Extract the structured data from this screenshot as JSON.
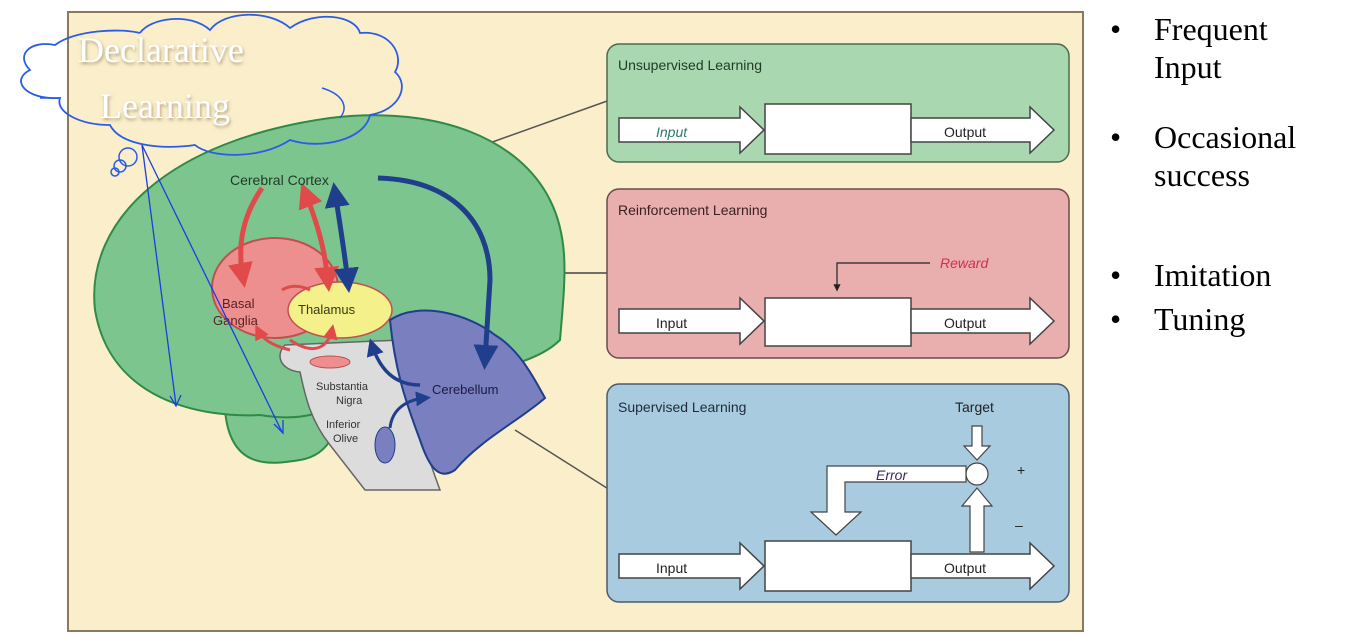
{
  "annotation": {
    "cloud_text_line1": "Declarative",
    "cloud_text_line2": "Learning",
    "ink_color": "#2b5ce6"
  },
  "brain": {
    "labels": {
      "cerebral_cortex": "Cerebral Cortex",
      "basal_ganglia_1": "Basal",
      "basal_ganglia_2": "Ganglia",
      "thalamus": "Thalamus",
      "substantia_nigra_1": "Substantia",
      "substantia_nigra_2": "Nigra",
      "inferior_olive_1": "Inferior",
      "inferior_olive_2": "Olive",
      "cerebellum": "Cerebellum"
    },
    "colors": {
      "background": "#fbeecb",
      "cortex": "#7cc58f",
      "basal_ganglia": "#ee8f8f",
      "thalamus": "#f4f08a",
      "cerebellum": "#7a7fbf",
      "brainstem": "#dcdcdc",
      "red_arrow": "#e04a4a",
      "blue_arrow": "#1f3f8c"
    }
  },
  "panels": [
    {
      "title": "Unsupervised Learning",
      "input": "Input",
      "output": "Output",
      "color": "#a9d8b0"
    },
    {
      "title": "Reinforcement Learning",
      "input": "Input",
      "output": "Output",
      "signal": "Reward",
      "color": "#e9aeae"
    },
    {
      "title": "Supervised Learning",
      "input": "Input",
      "output": "Output",
      "target": "Target",
      "error": "Error",
      "plus": "+",
      "minus": "–",
      "color": "#a8cbe0"
    }
  ],
  "bullets": [
    {
      "marker": "•",
      "text": "Frequent\nInput"
    },
    {
      "marker": "•",
      "text": "Occasional\nsuccess"
    },
    {
      "marker": "•",
      "text": "Imitation"
    },
    {
      "marker": "•",
      "text": "Tuning"
    }
  ]
}
